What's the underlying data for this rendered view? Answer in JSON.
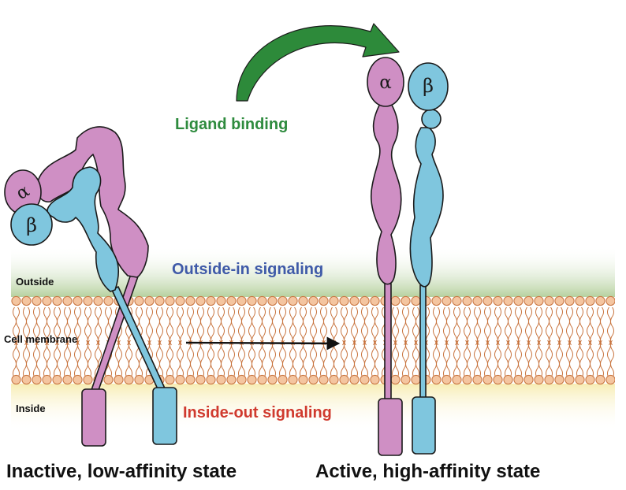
{
  "labels": {
    "outside": "Outside",
    "cell_membrane": "Cell membrane",
    "inside": "Inside",
    "ligand_binding": "Ligand binding",
    "outside_in": "Outside-in signaling",
    "inside_out": "Inside-out signaling",
    "inactive_state": "Inactive, low-affinity state",
    "active_state": "Active, high-affinity state",
    "alpha": "α",
    "beta": "β"
  },
  "colors": {
    "alpha_subunit": "#cf8fc4",
    "beta_subunit": "#7fc6de",
    "lipid_head": "#f4c5a0",
    "lipid_tail": "#c8743f",
    "outside_band": "#a9c98e",
    "inside_band": "#f7ecb0",
    "ligand_arrow": "#2d8a3a",
    "ligand_text": "#2e8b3e",
    "outside_in_text": "#3f5aa8",
    "inside_out_text": "#d03a2e"
  }
}
